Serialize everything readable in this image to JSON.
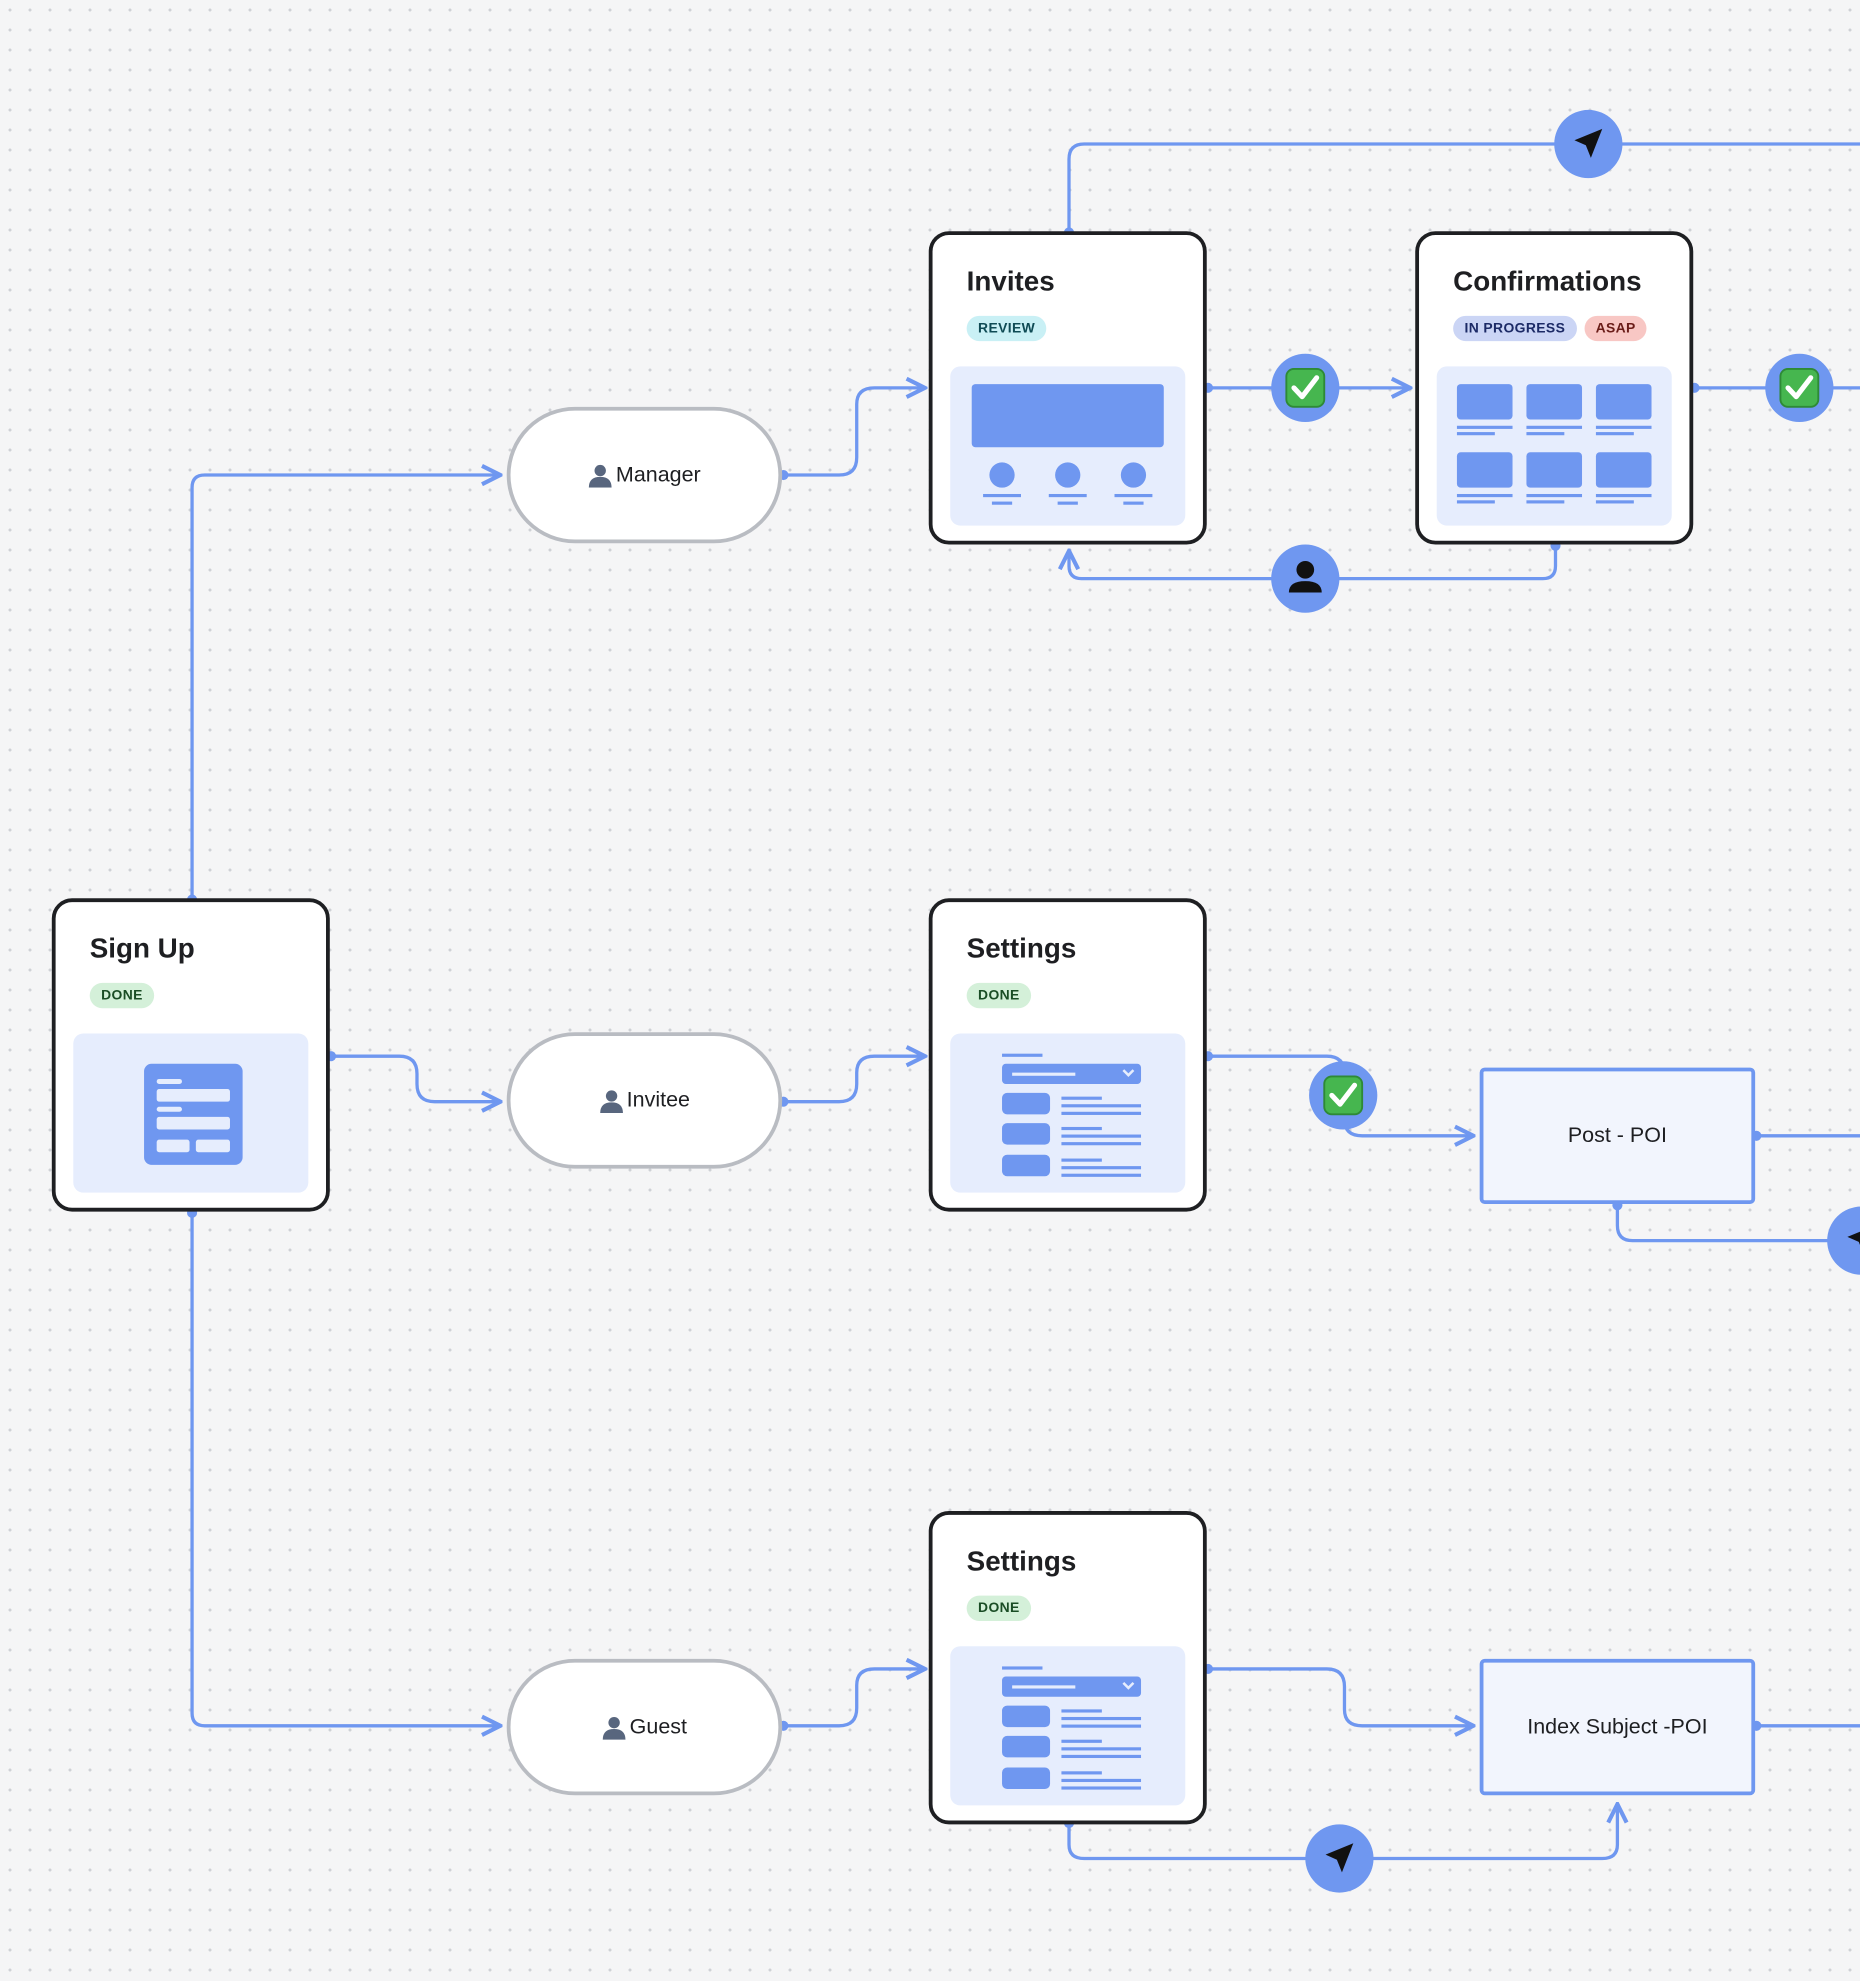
{
  "colors": {
    "connector": "#6f97f0",
    "card_border": "#1e1f22",
    "preview_fill": "#e6edfd",
    "canvas_bg": "#f5f5f6"
  },
  "nodes": {
    "signup": {
      "title": "Sign Up",
      "badges": [
        "DONE"
      ]
    },
    "invites": {
      "title": "Invites",
      "badges": [
        "REVIEW"
      ]
    },
    "confirmations": {
      "title": "Confirmations",
      "badges": [
        "IN PROGRESS",
        "ASAP"
      ]
    },
    "settings_invitee": {
      "title": "Settings",
      "badges": [
        "DONE"
      ]
    },
    "settings_guest": {
      "title": "Settings",
      "badges": [
        "DONE"
      ]
    },
    "manager": {
      "label": "Manager",
      "icon": "person-icon"
    },
    "invitee": {
      "label": "Invitee",
      "icon": "person-icon"
    },
    "guest": {
      "label": "Guest",
      "icon": "person-icon"
    },
    "post_poi": {
      "label": "Post - POI"
    },
    "index_subject_poi": {
      "label": "Index Subject -POI"
    }
  },
  "connector_icons": [
    "send-icon",
    "check-icon",
    "user-icon"
  ]
}
